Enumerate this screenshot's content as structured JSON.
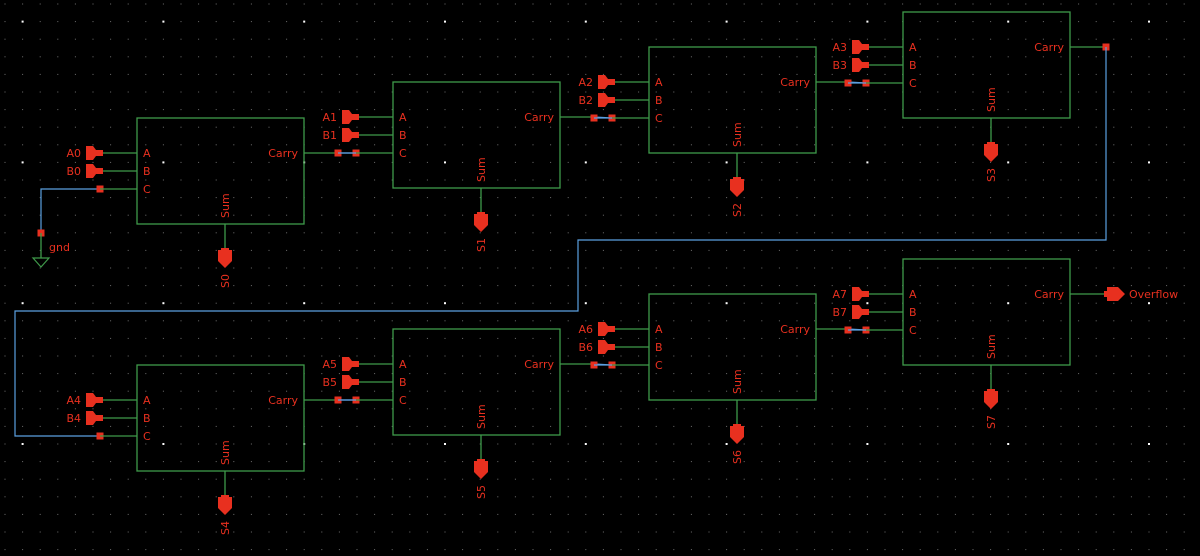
{
  "schematic": {
    "title": "8-bit ripple carry adder",
    "colors": {
      "background": "#000000",
      "wire": "#3f9a4a",
      "net": "#5b9fe0",
      "pin": "#e8301f",
      "label": "#e8301f",
      "grid": "#6a6a6a"
    },
    "port_labels": {
      "a": "A",
      "b": "B",
      "c": "C",
      "carry": "Carry",
      "sum": "Sum"
    },
    "ground_label": "gnd",
    "overflow_label": "Overflow",
    "adders": [
      {
        "id": 0,
        "a": "A0",
        "b": "B0",
        "s": "S0"
      },
      {
        "id": 1,
        "a": "A1",
        "b": "B1",
        "s": "S1"
      },
      {
        "id": 2,
        "a": "A2",
        "b": "B2",
        "s": "S2"
      },
      {
        "id": 3,
        "a": "A3",
        "b": "B3",
        "s": "S3"
      },
      {
        "id": 4,
        "a": "A4",
        "b": "B4",
        "s": "S4"
      },
      {
        "id": 5,
        "a": "A5",
        "b": "B5",
        "s": "S5"
      },
      {
        "id": 6,
        "a": "A6",
        "b": "B6",
        "s": "S6"
      },
      {
        "id": 7,
        "a": "A7",
        "b": "B7",
        "s": "S7"
      }
    ]
  }
}
